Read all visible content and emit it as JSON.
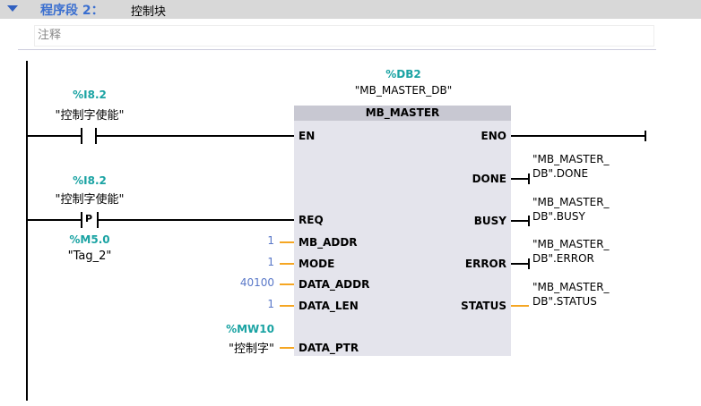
{
  "network": {
    "title": "程序段 2：",
    "name": "控制块",
    "comment": "注释"
  },
  "rung1": {
    "address": "%I8.2",
    "tag": "\"控制字使能\""
  },
  "rung2": {
    "address": "%I8.2",
    "tag": "\"控制字使能\"",
    "contact_label": "P",
    "edge_address": "%M5.0",
    "edge_tag": "\"Tag_2\""
  },
  "block": {
    "instance_address": "%DB2",
    "instance_name": "\"MB_MASTER_DB\"",
    "type": "MB_MASTER",
    "inputs": {
      "en": "EN",
      "req": "REQ",
      "mb_addr": "MB_ADDR",
      "mode": "MODE",
      "data_addr": "DATA_ADDR",
      "data_len": "DATA_LEN",
      "data_ptr": "DATA_PTR"
    },
    "outputs": {
      "eno": "ENO",
      "done": "DONE",
      "busy": "BUSY",
      "error": "ERROR",
      "status": "STATUS"
    },
    "values": {
      "mb_addr": "1",
      "mode": "1",
      "data_addr": "40100",
      "data_len": "1",
      "data_ptr_address": "%MW10",
      "data_ptr_tag": "\"控制字\""
    },
    "output_tags": {
      "done_1": "\"MB_MASTER_",
      "done_2": "DB\".DONE",
      "busy_1": "\"MB_MASTER_",
      "busy_2": "DB\".BUSY",
      "error_1": "\"MB_MASTER_",
      "error_2": "DB\".ERROR",
      "status_1": "\"MB_MASTER_",
      "status_2": "DB\".STATUS"
    }
  }
}
